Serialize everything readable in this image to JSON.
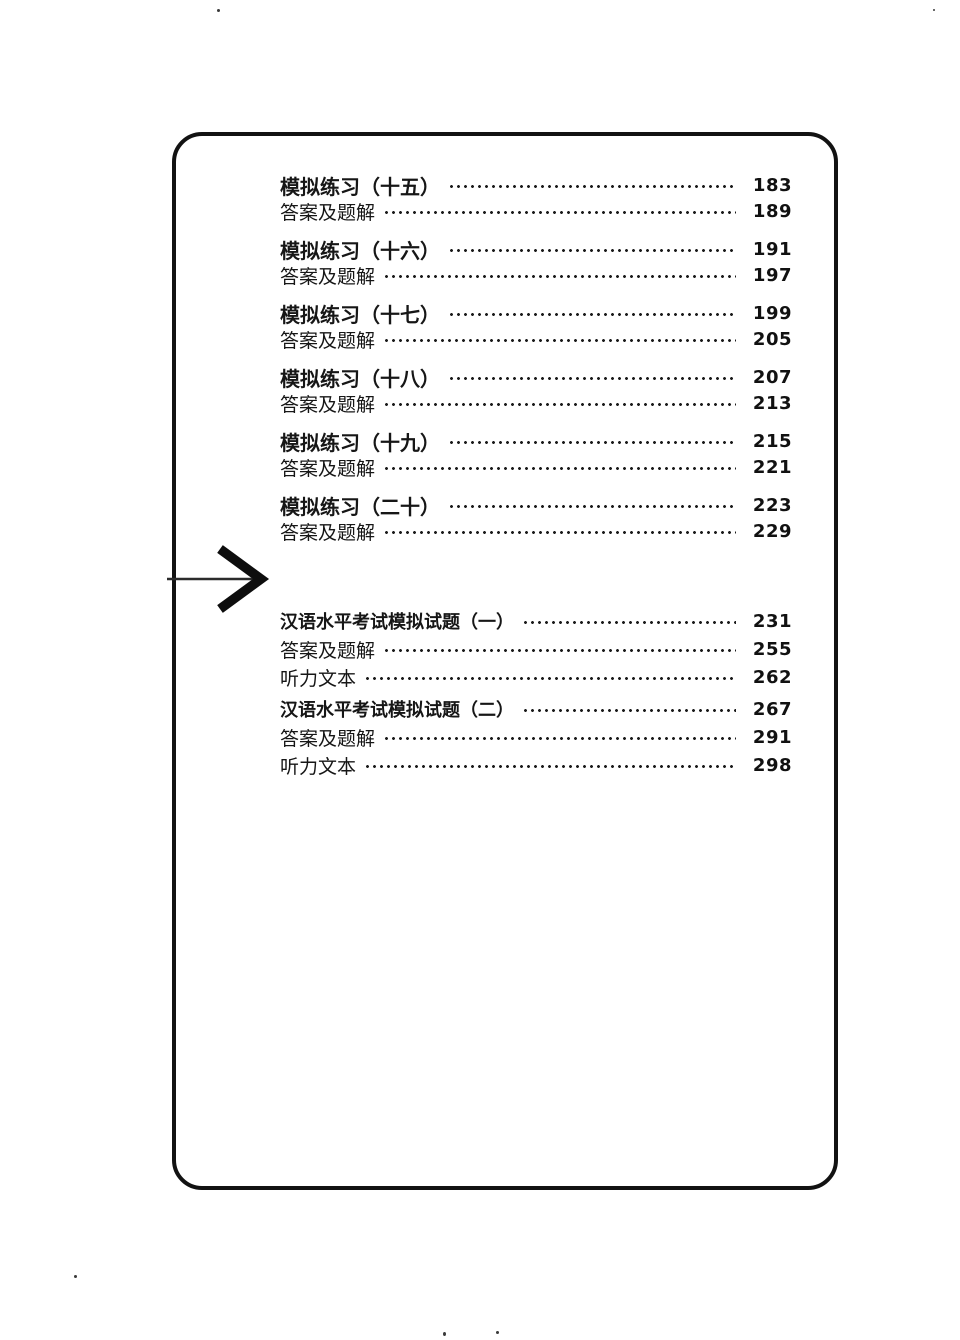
{
  "colors": {
    "ink": "#1a1a1a",
    "paper": "#ffffff",
    "frame_border": "#121212"
  },
  "annotation": {
    "icon": "arrow-right-icon"
  },
  "toc": {
    "entries": [
      {
        "label": "模拟练习（十五）",
        "page": "183"
      },
      {
        "label": "答案及题解",
        "page": "189"
      },
      {
        "label": "模拟练习（十六）",
        "page": "191"
      },
      {
        "label": "答案及题解",
        "page": "197"
      },
      {
        "label": "模拟练习（十七）",
        "page": "199"
      },
      {
        "label": "答案及题解",
        "page": "205"
      },
      {
        "label": "模拟练习（十八）",
        "page": "207"
      },
      {
        "label": "答案及题解",
        "page": "213"
      },
      {
        "label": "模拟练习（十九）",
        "page": "215"
      },
      {
        "label": "答案及题解",
        "page": "221"
      },
      {
        "label": "模拟练习（二十）",
        "page": "223"
      },
      {
        "label": "答案及题解",
        "page": "229"
      },
      {
        "label": "汉语水平考试模拟试题（一）",
        "page": "231"
      },
      {
        "label": "答案及题解",
        "page": "255"
      },
      {
        "label": "听力文本",
        "page": "262"
      },
      {
        "label": "汉语水平考试模拟试题（二）",
        "page": "267"
      },
      {
        "label": "答案及题解",
        "page": "291"
      },
      {
        "label": "听力文本",
        "page": "298"
      }
    ]
  }
}
